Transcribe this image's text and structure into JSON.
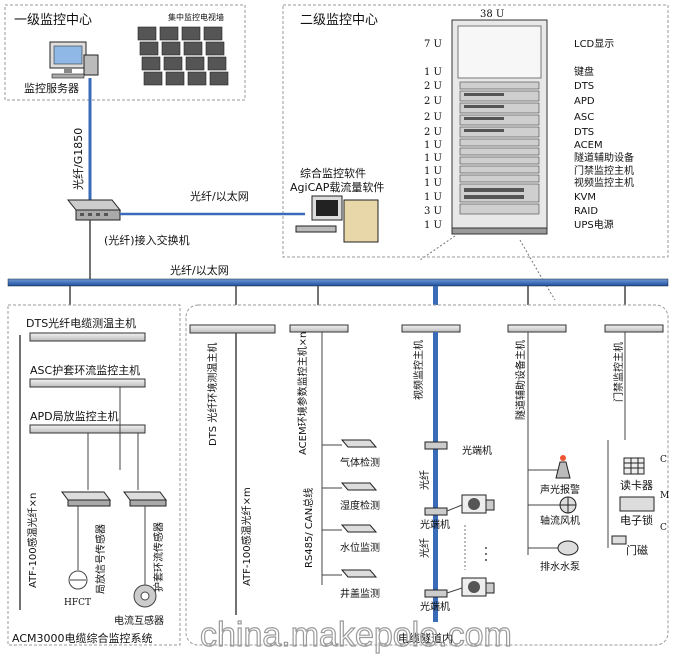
{
  "level1": {
    "title": "一级监控中心",
    "tv_wall": "集中监控电视墙",
    "server": "监控服务器"
  },
  "level2": {
    "title": "二级监控中心",
    "rack_u": "38 U",
    "software": "综合监控软件",
    "software2": "AgiCAP载流量软件"
  },
  "rack": [
    {
      "u": "7 U",
      "name": "LCD显示"
    },
    {
      "u": "1 U",
      "name": "键盘"
    },
    {
      "u": "2 U",
      "name": "DTS"
    },
    {
      "u": "2 U",
      "name": "APD"
    },
    {
      "u": "2 U",
      "name": "ASC"
    },
    {
      "u": "2 U",
      "name": "DTS"
    },
    {
      "u": "1 U",
      "name": "ACEM"
    },
    {
      "u": "1 U",
      "name": "隧道辅助设备"
    },
    {
      "u": "1 U",
      "name": "门禁监控主机"
    },
    {
      "u": "1 U",
      "name": "视频监控主机"
    },
    {
      "u": "1 U",
      "name": "KVM"
    },
    {
      "u": "3 U",
      "name": "RAID"
    },
    {
      "u": "1 U",
      "name": "UPS电源"
    }
  ],
  "links": {
    "fiber_g1850": "光纤/G1850",
    "fiber_eth": "光纤/以太网",
    "switch": "(光纤)接入交换机",
    "bus": "光纤/以太网"
  },
  "left_panel": {
    "dts": "DTS光纤电缆测温主机",
    "asc": "ASC护套环流监控主机",
    "apd": "APD局放监控主机",
    "atf": "ATF-100感温光纤×n",
    "pd_sensor": "局放信号传感器",
    "sheath_sensor": "护套环流传感器",
    "hfct": "HFCT",
    "ct": "电流互感器",
    "footer": "ACM3000电缆综合监控系统"
  },
  "tunnel": {
    "dts_host": "DTS 光纤环境测温主机",
    "atf": "ATF-100感温光纤×m",
    "acem_host": "ACEM环境参数监控主机×n",
    "bus485": "RS485/ CAN总线",
    "gas": "气体检测",
    "humidity": "湿度检测",
    "water": "水位监测",
    "well": "井盖监测",
    "video_host": "视频监控主机",
    "fiber": "光纤",
    "fiber2": "光纤",
    "optical1": "光端机",
    "optical2": "光端机",
    "optical3": "光端机",
    "aux_host": "隧道辅助设备主机",
    "alarm": "声光报警",
    "fan": "轴流风机",
    "pump": "排水水泵",
    "door_host": "门禁监控主机",
    "card": "读卡器",
    "lock": "电子锁",
    "magnet": "门磁",
    "c1": "C",
    "c2": "C",
    "m": "M",
    "inside": "电缆隧道内"
  },
  "watermark": {
    "main": "china.makepolo.com"
  }
}
